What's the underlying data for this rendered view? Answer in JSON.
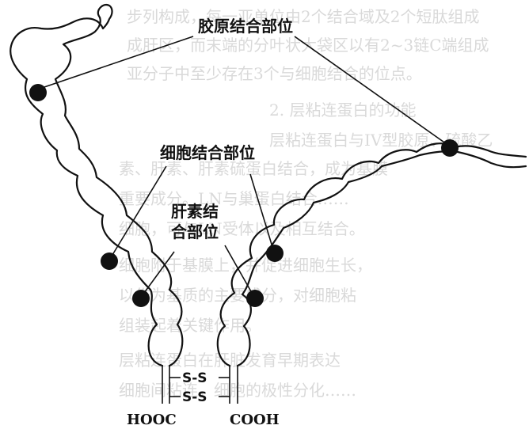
{
  "labels": {
    "collagen_binding_site": "胶原结合部位",
    "cell_binding_site": "细胞结合部位",
    "heparin_binding_site_line1": "肝素结",
    "heparin_binding_site_line2": "合部位",
    "bond_upper": "S-S",
    "bond_lower": "S-S",
    "left_terminus": "HOOC",
    "right_terminus": "COOH"
  },
  "background_text": [
    "步列构成，每一亚单位由2个结合域及2个短肽组成",
    "成肝区，而末端的分叶状大袋区以有2~3链C端组成",
    "亚分子中至少存在3个与细胞结合的位点。",
    "2. 层粘连蛋白的功能",
    "层粘连蛋白与IV型胶原、硫酸乙",
    "素、肝素、肝素硫蛋白结合，成为基膜",
    "重要成分。LN与巢蛋白结合……",
    "细胞，可与LN受体以及相互结合。",
    "细胞附于基膜上，并促进细胞生长，",
    "以作为基质的主要成分，对细胞粘",
    "组装起着关键作用。",
    "层粘连蛋白在肝脏发育早期表达",
    "细胞间粘连，细胞的极性分化……"
  ],
  "colors": {
    "line": "#111111",
    "ghost_text": "#d9d9d9",
    "background": "#ffffff"
  }
}
